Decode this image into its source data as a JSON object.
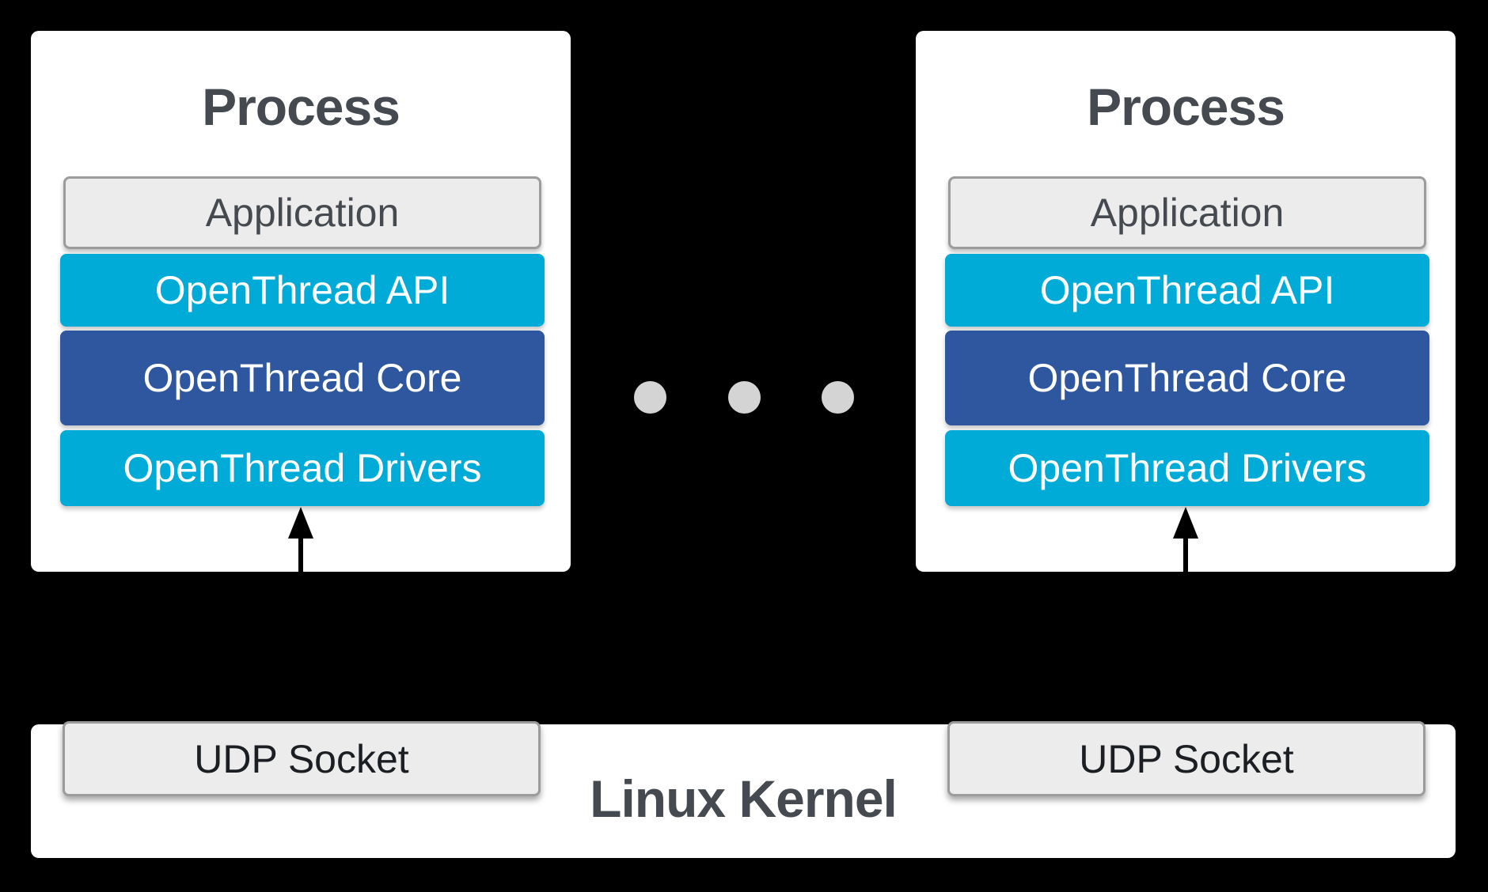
{
  "colors": {
    "background": "#000000",
    "panel_white": "#ffffff",
    "accent_cyan": "#00abd7",
    "accent_blue": "#2e579f",
    "box_gray_fill": "#ececec",
    "box_gray_border": "#9c9c9c",
    "title_text": "#454a50",
    "layer_text_light": "#ffffff",
    "dot_gray": "#d4d4d4",
    "arrow_black": "#000000"
  },
  "processes": [
    {
      "title": "Process",
      "layers": [
        {
          "name": "application",
          "label": "Application"
        },
        {
          "name": "openthread-api",
          "label": "OpenThread API"
        },
        {
          "name": "openthread-core",
          "label": "OpenThread Core"
        },
        {
          "name": "openthread-drivers",
          "label": "OpenThread Drivers"
        }
      ]
    },
    {
      "title": "Process",
      "layers": [
        {
          "name": "application",
          "label": "Application"
        },
        {
          "name": "openthread-api",
          "label": "OpenThread API"
        },
        {
          "name": "openthread-core",
          "label": "OpenThread Core"
        },
        {
          "name": "openthread-drivers",
          "label": "OpenThread Drivers"
        }
      ]
    }
  ],
  "ellipsis": {
    "dot_count": 3
  },
  "kernel": {
    "title": "Linux Kernel",
    "sockets": [
      {
        "label": "UDP Socket"
      },
      {
        "label": "UDP Socket"
      }
    ]
  }
}
